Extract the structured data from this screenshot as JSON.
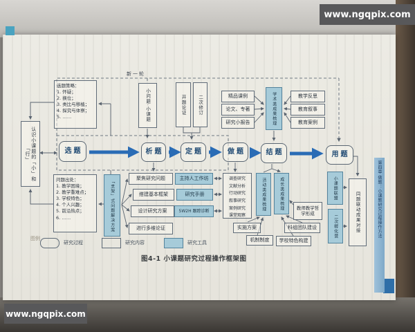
{
  "watermarks": {
    "top_right": "www.ngqpix.com",
    "bottom_left": "www.ngqpix.com"
  },
  "figure": {
    "caption": "图4-1  小课题研究过程操作框架图",
    "cycle_label": "新一轮",
    "side_tab": "第四章 做题：小课题研究过程操作方法"
  },
  "legend": {
    "title": "图例",
    "process": "研究过程",
    "content": "研究内容",
    "tool": "研究工具"
  },
  "flow": {
    "select": "选题",
    "analyze": "析题",
    "define": "定题",
    "do": "做题",
    "conclude": "结题",
    "apply": "用题"
  },
  "select_stage": {
    "understanding": "认识小课题的「小」和「行」",
    "strategy_title": "选题策略：",
    "strategy_items": [
      "1. 怀疑；",
      "2. 换位；",
      "3. 类比与移植；",
      "4. 探究与体察；",
      "5. ……"
    ],
    "source_title": "问题出处：",
    "source_items": [
      "1. 教学困境；",
      "2. 教学重难点；",
      "3. 学校特色；",
      "4. 个人兴趣；",
      "5. 前沿热点；",
      "6. ……"
    ],
    "mini_topic": "小问题·小课题"
  },
  "define_stage": {
    "scaffold": "「支架」式问题解决方案",
    "steps": [
      "聚焦研究问题",
      "搭建基本框架",
      "设计研究方案",
      "进行多维论证"
    ],
    "tools": [
      "主持人工作坊",
      "研究手册",
      "5W2H 跟踪诊断"
    ],
    "proposal": "开题论证",
    "revision": "二次修订"
  },
  "do_stage": {
    "methods": [
      "调查研究",
      "文献分析",
      "行动研究",
      "叙事研究",
      "案例研究",
      "课堂观察"
    ],
    "plan": "实施方案",
    "mechanism": "机制制度"
  },
  "conclude_stage": {
    "academic": "学术类成果梳理",
    "academic_left": [
      "精品课例",
      "论文、专著",
      "研究小报告"
    ],
    "academic_right": [
      "教学反思",
      "教育叙事",
      "教育案例"
    ],
    "activity": "活动类成果梳理",
    "growth": "成长类成果梳理",
    "teacher_philosophy": "教师教学哲学形成",
    "team": "科组团队建设",
    "school": "学校特色构建"
  },
  "apply_stage": {
    "docking": "同题联动成果对接",
    "alliance": "小课题联盟",
    "incubator": "二次孵化营"
  }
}
